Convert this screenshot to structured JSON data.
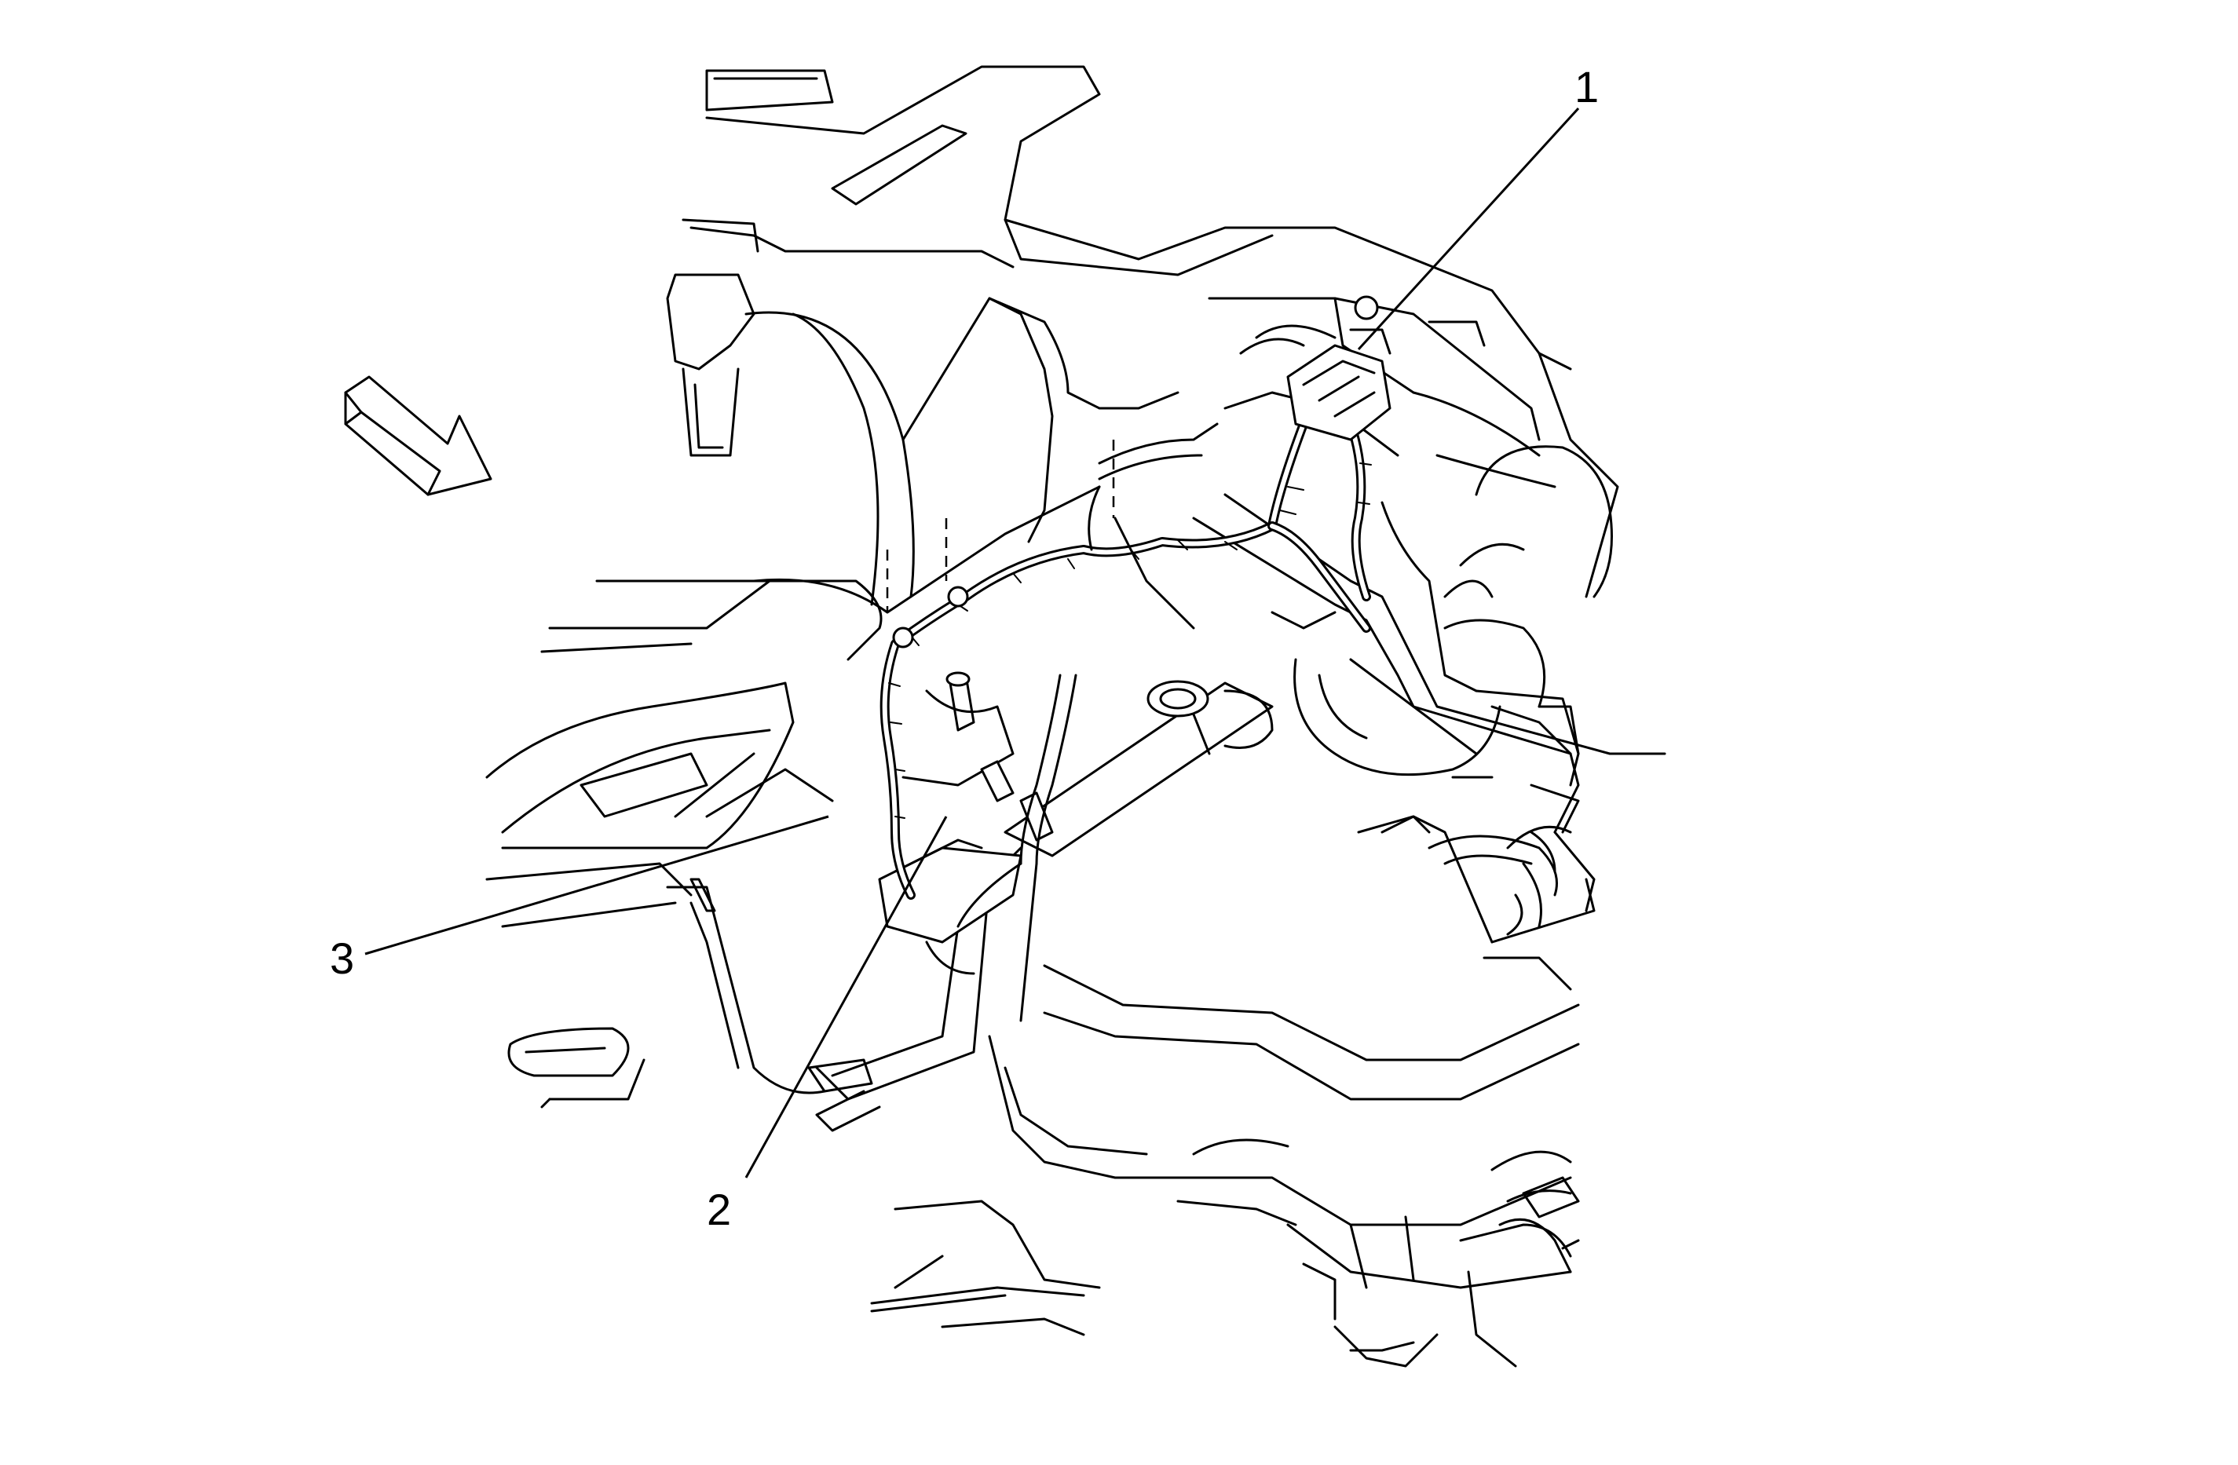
{
  "callouts": [
    {
      "id": "1",
      "label": "1"
    },
    {
      "id": "2",
      "label": "2"
    },
    {
      "id": "3",
      "label": "3"
    }
  ],
  "icons": {
    "direction_arrow": "front-direction-arrow-icon"
  }
}
